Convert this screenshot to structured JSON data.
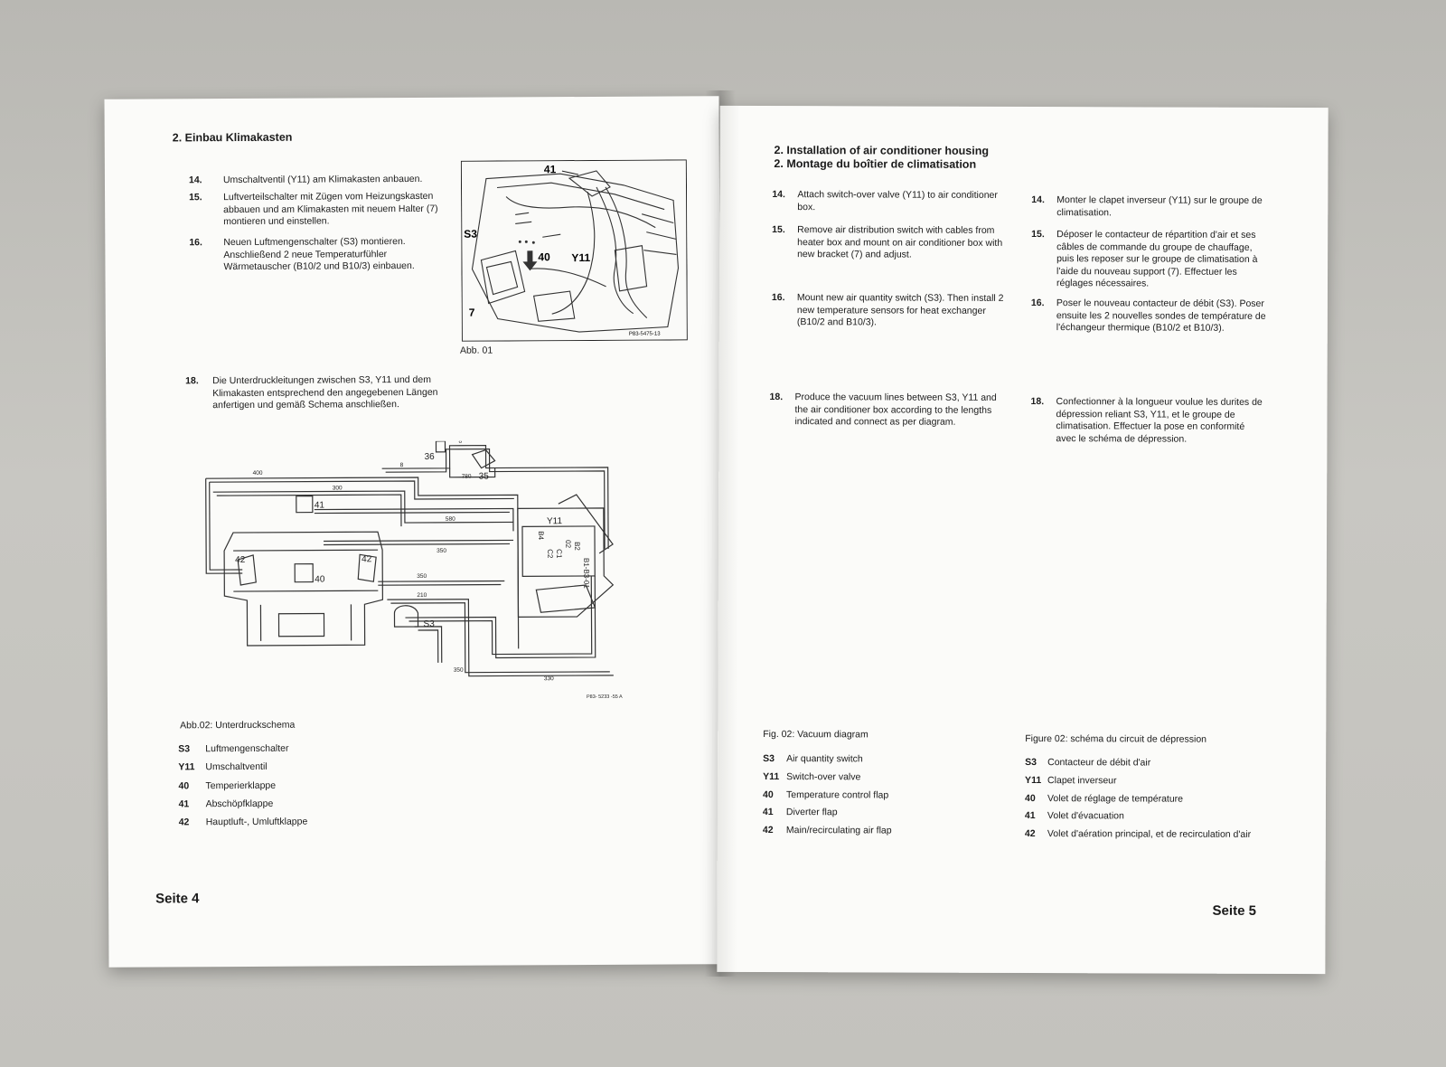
{
  "left": {
    "heading": "2. Einbau Klimakasten",
    "steps": [
      {
        "num": "14.",
        "text": "Umschaltventil (Y11) am Klimakasten anbauen."
      },
      {
        "num": "15.",
        "text": "Luftverteilschalter mit Zügen vom Heizungskasten abbauen und am Klimakasten mit neuem Halter (7) montieren und einstellen."
      },
      {
        "num": "16.",
        "text": "Neuen Luftmengenschalter (S3) montieren. Anschließend 2 neue Temperaturfühler Wärmetauscher (B10/2 und B10/3) einbauen."
      },
      {
        "num": "18.",
        "text": "Die Unterdruckleitungen zwischen S3, Y11 und dem Klimakasten entsprechend den angegebenen Längen anfertigen und gemäß Schema anschließen."
      }
    ],
    "fig1": {
      "caption": "Abb. 01",
      "labels": {
        "a": "41",
        "b": "S3",
        "c": "40",
        "d": "Y11",
        "e": "7"
      },
      "ref": "P83-5475-13"
    },
    "fig2": {
      "caption": "Abb.02: Unterdruckschema",
      "ref": "P83- 5233 -55 A",
      "lengths": {
        "l400": "400",
        "l300": "300",
        "l580": "580",
        "l350a": "350",
        "l350b": "350",
        "l210": "210",
        "l350c": "350",
        "l330": "330",
        "l780": "780",
        "l8a": "8",
        "l8b": "8"
      },
      "labels": {
        "n36": "36",
        "n35": "35",
        "n41": "41",
        "n42a": "42",
        "n42b": "42",
        "n40": "40",
        "s3": "S3",
        "y11": "Y11",
        "p02": "02",
        "pb4": "B4",
        "pc2": "C2",
        "pc1": "C1",
        "pb2": "B2",
        "pb": "B1-B3-01"
      }
    },
    "legend": [
      {
        "code": "S3",
        "label": "Luftmengenschalter"
      },
      {
        "code": "Y11",
        "label": "Umschaltventil"
      },
      {
        "code": "40",
        "label": "Temperierklappe"
      },
      {
        "code": "41",
        "label": "Abschöpfklappe"
      },
      {
        "code": "42",
        "label": "Hauptluft-, Umluftklappe"
      }
    ],
    "page_label": "Seite 4"
  },
  "right": {
    "heading_en": "2. Installation of air conditioner housing",
    "heading_fr": "2. Montage du boîtier de climatisation",
    "steps_en": [
      {
        "num": "14.",
        "text": "Attach switch-over valve (Y11) to air conditioner box."
      },
      {
        "num": "15.",
        "text": "Remove air distribution switch with cables from heater box and mount on air conditioner box with new bracket (7) and adjust."
      },
      {
        "num": "16.",
        "text": "Mount new air quantity switch (S3). Then install 2 new temperature sensors for heat exchanger (B10/2 and B10/3)."
      },
      {
        "num": "18.",
        "text": "Produce the vacuum lines between S3, Y11 and the air conditioner box according to the lengths indicated and connect as per diagram."
      }
    ],
    "steps_fr": [
      {
        "num": "14.",
        "text": "Monter le clapet inverseur (Y11) sur le groupe de climatisation."
      },
      {
        "num": "15.",
        "text": "Déposer le contacteur de répartition d'air et ses câbles de commande du groupe de chauffage, puis les reposer sur le groupe de climatisation à l'aide du nouveau support (7). Effectuer les réglages nécessaires."
      },
      {
        "num": "16.",
        "text": "Poser le nouveau contacteur de débit (S3). Poser ensuite les 2 nouvelles sondes de température de l'échangeur thermique (B10/2 et B10/3)."
      },
      {
        "num": "18.",
        "text": "Confectionner à la longueur voulue les durites de dépression reliant S3, Y11, et le groupe de climatisation. Effectuer la pose en conformité avec le schéma de dépression."
      }
    ],
    "fig_caption_en": "Fig. 02: Vacuum diagram",
    "fig_caption_fr": "Figure 02: schéma du circuit de dépression",
    "legend_en": [
      {
        "code": "S3",
        "label": "Air quantity switch"
      },
      {
        "code": "Y11",
        "label": "Switch-over valve"
      },
      {
        "code": "40",
        "label": "Temperature control flap"
      },
      {
        "code": "41",
        "label": "Diverter flap"
      },
      {
        "code": "42",
        "label": "Main/recirculating air flap"
      }
    ],
    "legend_fr": [
      {
        "code": "S3",
        "label": "Contacteur de débit d'air"
      },
      {
        "code": "Y11",
        "label": "Clapet inverseur"
      },
      {
        "code": "40",
        "label": "Volet de réglage de température"
      },
      {
        "code": "41",
        "label": "Volet d'évacuation"
      },
      {
        "code": "42",
        "label": "Volet d'aération principal, et de recirculation d'air"
      }
    ],
    "page_label": "Seite 5"
  }
}
